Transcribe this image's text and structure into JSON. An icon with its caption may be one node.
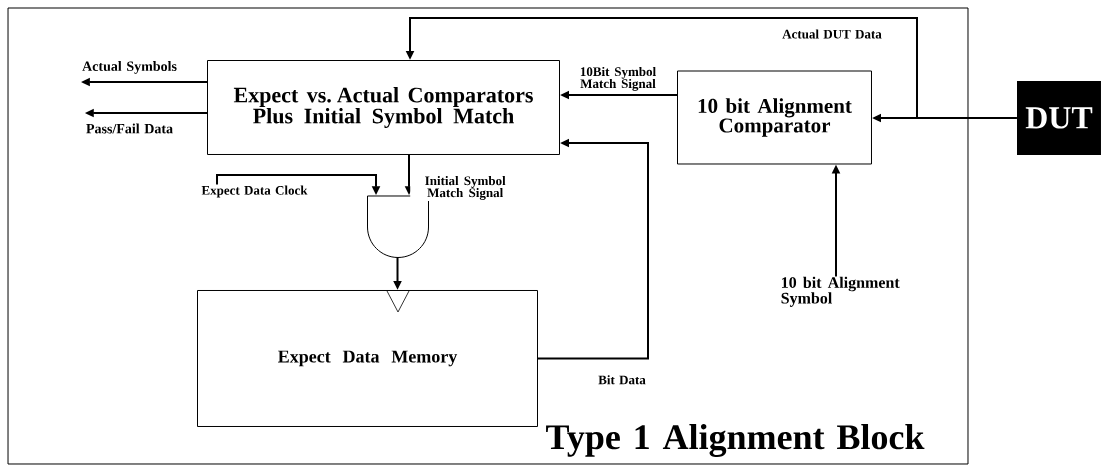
{
  "diagram": {
    "nodes": [
      {
        "text": [
          "Type 1 Alignment Block"
        ]
      },
      {
        "text": [
          "Expect vs. Actual Comparators Plus Initial Symbol Match"
        ],
        "in": 0
      },
      {
        "text": [
          "10 bit Alignment Comparator"
        ],
        "in": 0
      },
      {
        "text": [],
        "shape": "gate",
        "in": 0
      },
      {
        "text": [
          "Expect Data Memory"
        ],
        "in": 0
      },
      {
        "text": [
          "DUT"
        ]
      },
      {
        "text": [
          "Actual Symbols"
        ],
        "in": 0
      },
      {
        "text": [
          "Pass/Fail Data"
        ],
        "in": 0
      },
      {
        "text": [
          "Expect Data Clock"
        ],
        "in": 0
      },
      {
        "text": [
          "10 bit Alignment Symbol"
        ],
        "in": 0
      }
    ],
    "edges": [
      {
        "from": 1,
        "to": 6,
        "arrow": "to"
      },
      {
        "from": 1,
        "to": 7,
        "arrow": "to"
      },
      {
        "from": 8,
        "to": 3,
        "arrow": "to"
      },
      {
        "from": 1,
        "to": 3,
        "arrow": "to",
        "label": "Initial Symbol Match Signal"
      },
      {
        "from": 3,
        "to": 4,
        "arrow": "to"
      },
      {
        "from": 4,
        "to": 1,
        "arrow": "to",
        "label": "Bit Data"
      },
      {
        "from": 2,
        "to": 1,
        "arrow": "to",
        "label": "10Bit Symbol Match Signal"
      },
      {
        "from": 5,
        "to": 2,
        "arrow": "to"
      },
      {
        "from": 5,
        "to": 1,
        "arrow": "to",
        "label": "Actual DUT Data"
      },
      {
        "from": 9,
        "to": 2,
        "arrow": "to"
      }
    ]
  }
}
